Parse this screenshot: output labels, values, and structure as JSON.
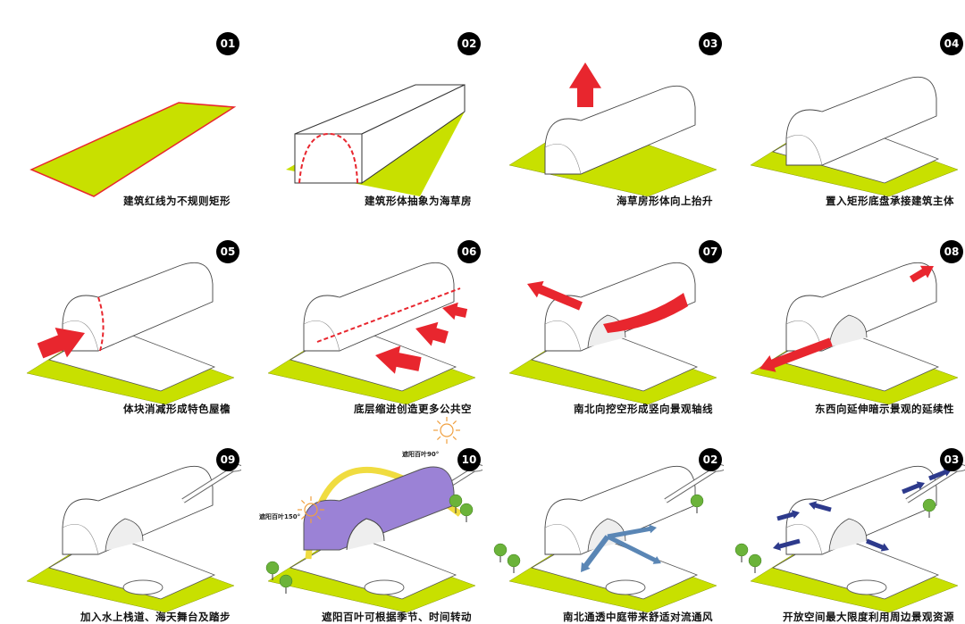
{
  "colors": {
    "ground": "#c8e000",
    "red": "#e8262e",
    "purple": "#9b82d6",
    "sun": "#f0dc40",
    "blue": "#2d3a8c"
  },
  "panels": [
    {
      "number": "01",
      "caption": "建筑红线为不规则矩形",
      "kind": "site"
    },
    {
      "number": "02",
      "caption": "建筑形体抽象为海草房",
      "kind": "box"
    },
    {
      "number": "03",
      "caption": "海草房形体向上抬升",
      "kind": "vault-up"
    },
    {
      "number": "04",
      "caption": "置入矩形底盘承接建筑主体",
      "kind": "vault-base"
    },
    {
      "number": "05",
      "caption": "体块消减形成特色屋檐",
      "kind": "eave"
    },
    {
      "number": "06",
      "caption": "底层缩进创造更多公共空",
      "kind": "recess"
    },
    {
      "number": "07",
      "caption": "南北向挖空形成竖向景观轴线",
      "kind": "hollow"
    },
    {
      "number": "08",
      "caption": "东西向延伸暗示景观的延续性",
      "kind": "extend"
    },
    {
      "number": "09",
      "caption": "加入水上栈道、海天舞台及踏步",
      "kind": "full"
    },
    {
      "number": "10",
      "caption": "遮阳百叶可根据季节、时间转动",
      "kind": "sun"
    },
    {
      "number": "02",
      "caption": "南北通透中庭带来舒适对流通风",
      "kind": "wind"
    },
    {
      "number": "03",
      "caption": "开放空间最大限度利用周边景观资源",
      "kind": "view"
    }
  ],
  "sun_labels": [
    "遮阳百叶90°",
    "遮阳百叶150°"
  ]
}
